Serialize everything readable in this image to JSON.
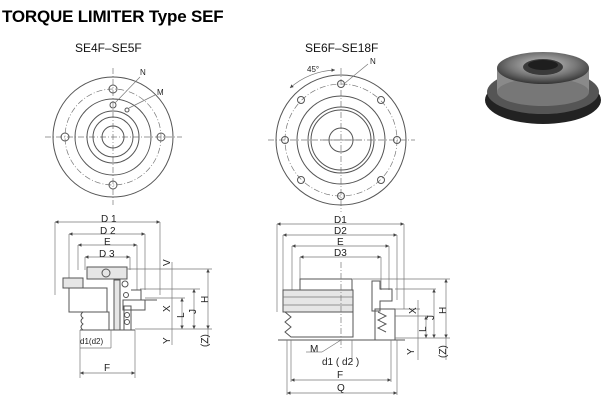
{
  "title": "TORQUE LIMITER Type SEF",
  "left_view": {
    "model": "SE4F–SE5F",
    "top_labels": {
      "n": "N",
      "m": "M"
    },
    "dims": {
      "d1": "D 1",
      "d2": "D 2",
      "e": "E",
      "d3": "D 3",
      "v": "V",
      "x": "X",
      "l": "L",
      "j": "J",
      "h": "H",
      "y": "Y",
      "z": "(Z)",
      "bore": "d1(d2)",
      "f": "F"
    }
  },
  "right_view": {
    "model": "SE6F–SE18F",
    "top_labels": {
      "angle": "45°",
      "n": "N"
    },
    "dims": {
      "d1": "D1",
      "d2": "D2",
      "e": "E",
      "d3": "D3",
      "x": "X",
      "j": "J",
      "l": "L",
      "h": "H",
      "y": "Y",
      "z": "(Z)",
      "m": "M",
      "bore": "d1 ( d2 )",
      "f": "F",
      "q": "Q"
    }
  },
  "photo": {
    "subject": "torque-limiter-product-photo"
  }
}
